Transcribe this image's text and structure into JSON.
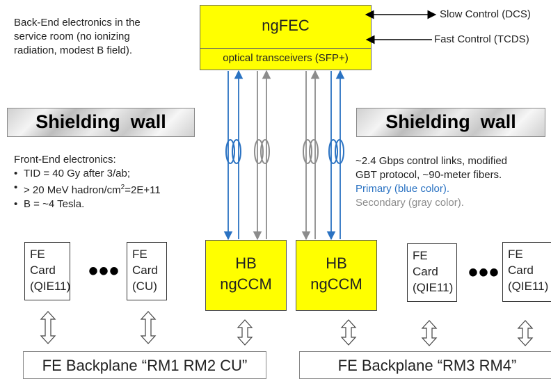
{
  "backend_note": [
    "Back-End electronics in the",
    "service room (no ionizing",
    "radiation, modest B field)."
  ],
  "ngfec": {
    "title": "ngFEC",
    "transceivers": "optical transceivers (SFP+)"
  },
  "slow_control": "Slow Control (DCS)",
  "fast_control": "Fast Control (TCDS)",
  "walls": {
    "left": "Shielding  wall",
    "right": "Shielding  wall"
  },
  "frontend": {
    "heading": "Front-End electronics:",
    "bullets": {
      "tid": "TID = 40 Gy after 3/ab;",
      "hadron": "> 20 MeV hadron/cm",
      "hadron_sup": "2",
      "hadron_tail": "=2E+11",
      "field": "B = ~4 Tesla."
    }
  },
  "links_note": {
    "line1": "~2.4 Gbps control links, modified",
    "line2": "GBT protocol,  ~90-meter fibers.",
    "primary": "Primary (blue color).",
    "secondary": "Secondary (gray color)."
  },
  "fe_cards": {
    "card1": [
      "FE",
      "Card",
      "(QIE11)"
    ],
    "card2": [
      "FE",
      "Card",
      "(CU)"
    ],
    "card3": [
      "FE",
      "Card",
      "(QIE11)"
    ],
    "card4": [
      "FE",
      "Card",
      "(QIE11)"
    ]
  },
  "dots": "•••",
  "ngccm_left": [
    "HB",
    "ngCCM"
  ],
  "ngccm_right": [
    "HB",
    "ngCCM"
  ],
  "backplanes": {
    "left": "FE Backplane “RM1 RM2 CU”",
    "right": "FE Backplane “RM3 RM4”"
  },
  "colors": {
    "primary": "#2a72c2",
    "secondary": "#8c8c8c",
    "module": "#ffff00"
  }
}
